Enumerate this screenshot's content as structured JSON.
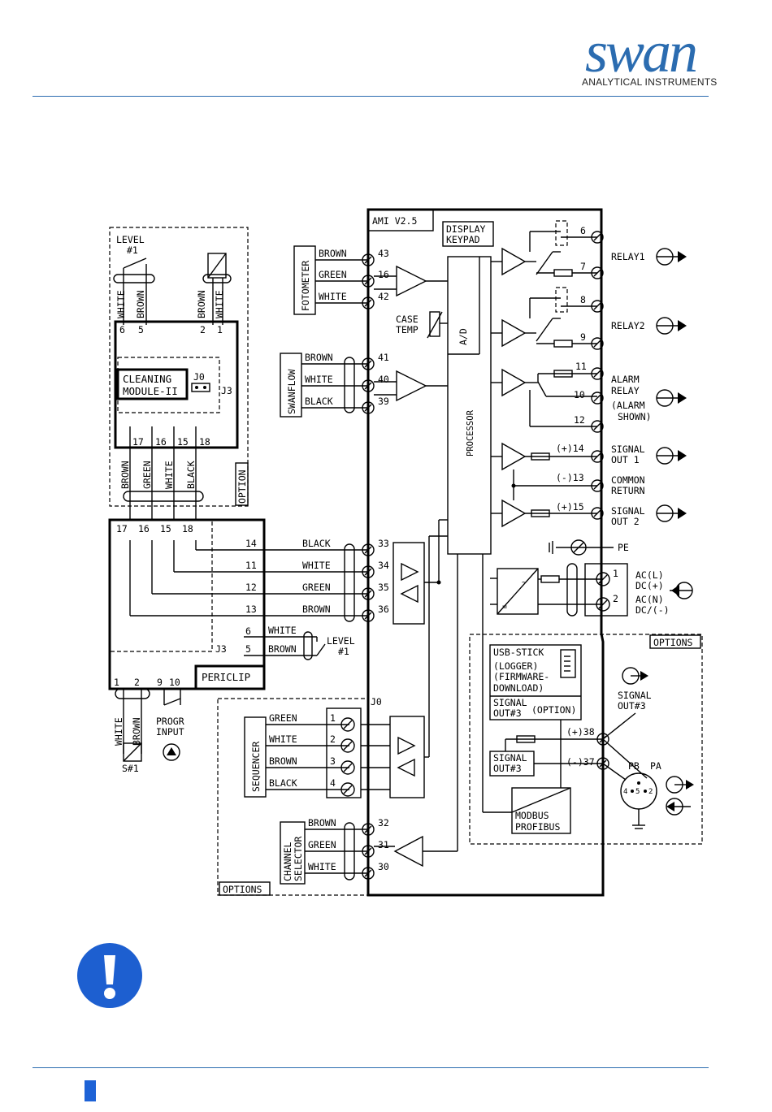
{
  "header": {
    "logo_text": "swan",
    "logo_sub": "ANALYTICAL INSTRUMENTS"
  },
  "colors": {
    "brand": "#2b6cb0",
    "tab": "#1d62d6",
    "warn": "#1d5fd0"
  },
  "icons": {
    "warning": "exclamation-circle-icon"
  },
  "diagram": {
    "labels": {
      "ami": "AMI V2.5",
      "display_keypad": [
        "DISPLAY",
        "KEYPAD"
      ],
      "case_temp": [
        "CASE",
        "TEMP"
      ],
      "ad": "A/D",
      "processor": "PROCESSOR",
      "fotometer": "FOTOMETER",
      "swanflow": "SWANFLOW",
      "sequencer": "SEQUENCER",
      "channel_selector": [
        "CHANNEL",
        "SELECTOR"
      ],
      "cleaning_module": [
        "CLEANING",
        "MODULE-II"
      ],
      "j0": "J0",
      "j3": "J3",
      "periclip": "PERICLIP",
      "option": "OPTION",
      "options": "OPTIONS",
      "level_top": [
        "LEVEL",
        "#1"
      ],
      "level_mid": [
        "LEVEL",
        "#1"
      ],
      "progr_input": [
        "PROGR",
        "INPUT"
      ],
      "s1": "S#1",
      "relay1": "RELAY1",
      "relay2": "RELAY2",
      "alarm_relay": [
        "ALARM",
        "RELAY",
        "(ALARM",
        "SHOWN)"
      ],
      "signal_out1": [
        "SIGNAL",
        "OUT 1"
      ],
      "common_return": [
        "COMMON",
        "RETURN"
      ],
      "signal_out2": [
        "SIGNAL",
        "OUT 2"
      ],
      "pe": "PE",
      "ac_l": [
        "AC(L)",
        "DC(+)"
      ],
      "ac_n": [
        "AC(N)",
        "DC/(-)"
      ],
      "usb_stick": [
        "USB-STICK",
        "(LOGGER)",
        "(FIRMWARE-",
        "DOWNLOAD)"
      ],
      "signal_out3_opt": [
        "SIGNAL",
        "OUT#3"
      ],
      "option_paren": "(OPTION)",
      "signal_out3_box": [
        "SIGNAL",
        "OUT#3"
      ],
      "modbus": [
        "MODBUS",
        "PROFIBUS"
      ],
      "signal_out3_right": [
        "SIGNAL",
        "OUT#3"
      ],
      "pb": "PB",
      "pa": "PA"
    },
    "wires": {
      "brown": "BROWN",
      "green": "GREEN",
      "white": "WHITE",
      "black": "BLACK"
    },
    "terminals": {
      "t43": "43",
      "t16": "16",
      "t42": "42",
      "t41": "41",
      "t40": "40",
      "t39": "39",
      "t33": "33",
      "t34": "34",
      "t35": "35",
      "t36": "36",
      "t32": "32",
      "t31": "31",
      "t30": "30",
      "t6": "6",
      "t7": "7",
      "t8": "8",
      "t9": "9",
      "t11": "11",
      "t10": "10",
      "t12": "12",
      "t14": "(+)14",
      "t13": "(-)13",
      "t15": "(+)15",
      "t1": "1",
      "t2": "2",
      "t38": "(+)38",
      "t37": "(-)37",
      "cm6": "6",
      "cm5": "5",
      "cm2": "2",
      "cm1": "1",
      "cm17": "17",
      "cm16": "16",
      "cm15": "15",
      "cm18": "18",
      "pc17": "17",
      "pc16": "16",
      "pc15": "15",
      "pc18": "18",
      "pc14": "14",
      "pc11": "11",
      "pc12": "12",
      "pc13": "13",
      "pc6": "6",
      "pc5": "5",
      "pcb1": "1",
      "pcb2": "2",
      "pcb9": "9",
      "pcb10": "10",
      "sq1": "1",
      "sq2": "2",
      "sq3": "3",
      "sq4": "4",
      "pin4": "4",
      "pin5": "5",
      "pin2": "2"
    }
  }
}
